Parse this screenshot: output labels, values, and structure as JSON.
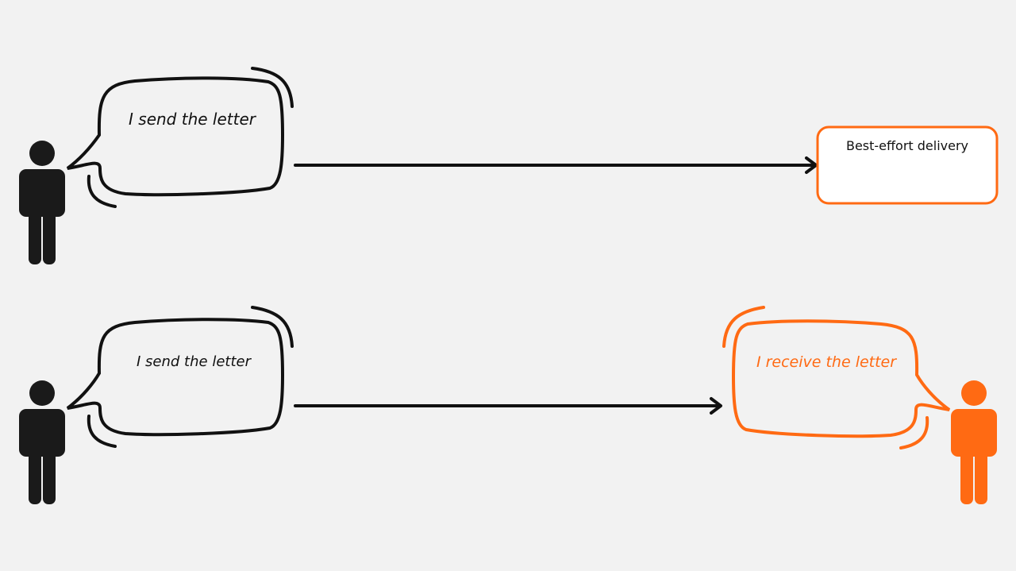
{
  "colors": {
    "background": "#f2f2f2",
    "ink": "#111111",
    "figure_dark": "#1a1a1a",
    "accent": "#ff6a13"
  },
  "top_row": {
    "sender_bubble_text": "I send the letter",
    "delivery_box_label": "Best-effort delivery"
  },
  "bottom_row": {
    "sender_bubble_text": "I send the letter",
    "receiver_bubble_text": "I receive the letter"
  },
  "icons": {
    "sender": "person-icon",
    "receiver": "person-icon",
    "bubble": "speech-bubble-icon",
    "arrow": "arrow-right-icon"
  }
}
